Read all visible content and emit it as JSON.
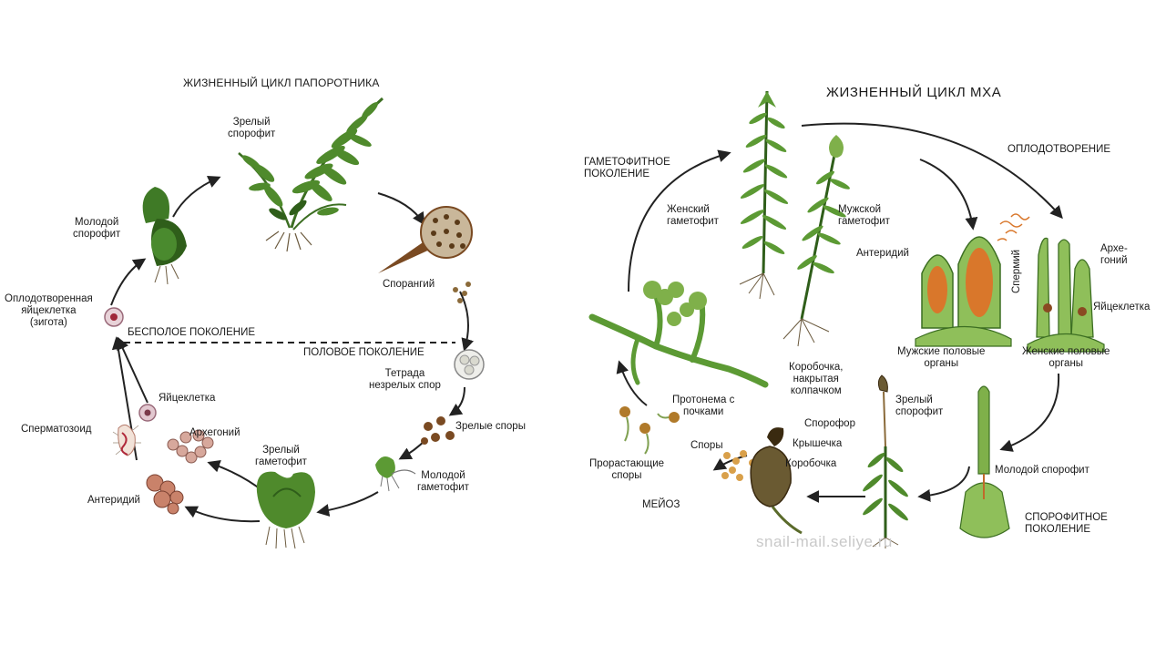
{
  "fern": {
    "title": "ЖИЗНЕННЫЙ ЦИКЛ ПАПОРОТНИКА",
    "labels": {
      "mature_sporophyte": "Зрелый\nспорофит",
      "young_sporophyte": "Молодой\nспорофит",
      "sporangium": "Спорангий",
      "zygote": "Оплодотворенная\nяйцеклетка\n(зигота)",
      "asexual_generation": "БЕСПОЛОЕ ПОКОЛЕНИЕ",
      "sexual_generation": "ПОЛОВОЕ ПОКОЛЕНИЕ",
      "tetrad": "Тетрада\nнезрелых спор",
      "mature_spores": "Зрелые споры",
      "young_gametophyte": "Молодой\nгаметофит",
      "mature_gametophyte": "Зрелый\nгаметофит",
      "egg_cell": "Яйцеклетка",
      "spermatozoid": "Сперматозоид",
      "archegonium": "Архегоний",
      "antheridium": "Антеридий"
    }
  },
  "moss": {
    "title": "ЖИЗНЕННЫЙ ЦИКЛ МХА",
    "labels": {
      "gametophyte_generation": "ГАМЕТОФИТНОЕ\nПОКОЛЕНИЕ",
      "fertilization": "ОПЛОДОТВОРЕНИЕ",
      "female_gametophyte": "Женский\nгаметофит",
      "male_gametophyte": "Мужской\nгаметофит",
      "antheridium": "Антеридий",
      "archegonium": "Архе-\nгоний",
      "sperm": "Спермий",
      "egg_cell": "Яйцеклетка",
      "male_organs": "Мужские половые\nорганы",
      "female_organs": "Женские половые\nорганы",
      "capsule_with_cap": "Коробочка,\nнакрытая\nколпачком",
      "mature_sporophyte": "Зрелый\nспорофит",
      "protonema": "Протонема с\nпочками",
      "sporophore": "Спорофор",
      "lid": "Крышечка",
      "capsule": "Коробочка",
      "spores": "Споры",
      "germinating_spores": "Прорастающие\nспоры",
      "meiosis": "МЕЙОЗ",
      "young_sporophyte": "Молодой спорофит",
      "sporophyte_generation": "СПОРОФИТНОЕ\nПОКОЛЕНИЕ"
    }
  },
  "watermark": "snail-mail.seliye.ru",
  "colors": {
    "plant_green": "#4f8a2c",
    "dark_green": "#2f5e1a",
    "light_green": "#8fbf5a",
    "brown": "#7a4a22",
    "orange": "#d9772b",
    "pink": "#c88a86",
    "arrow": "#222222"
  }
}
